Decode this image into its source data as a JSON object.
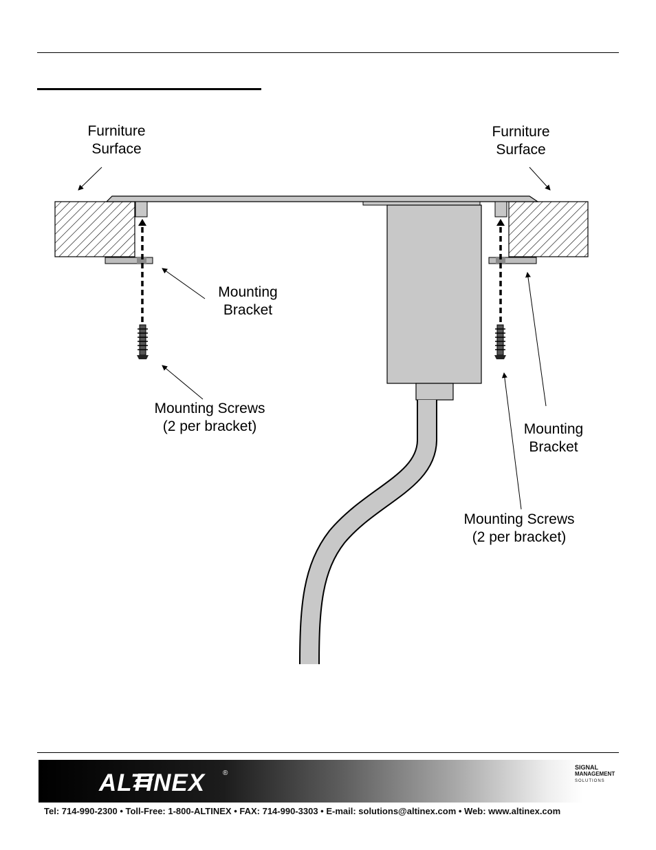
{
  "labels": {
    "furniture_left": [
      "Furniture",
      "Surface"
    ],
    "furniture_right": [
      "Furniture",
      "Surface"
    ],
    "bracket_left": [
      "Mounting",
      "Bracket"
    ],
    "screws_left": [
      "Mounting Screws",
      "(2 per bracket)"
    ],
    "bracket_right": [
      "Mounting",
      "Bracket"
    ],
    "screws_right": [
      "Mounting Screws",
      "(2 per bracket)"
    ]
  },
  "footer": {
    "brand": "ALTINEX",
    "reg": "®",
    "sms_lines": [
      "SIGNAL",
      "MANAGEMENT",
      "SOLUTIONS"
    ],
    "contact": "Tel: 714-990-2300 • Toll-Free: 1-800-ALTINEX • FAX: 714-990-3303 • E-mail: solutions@altinex.com • Web: www.altinex.com"
  },
  "colors": {
    "part_fill": "#c8c8c8",
    "bracket_fill": "#bdbdbd",
    "stroke": "#000000"
  }
}
